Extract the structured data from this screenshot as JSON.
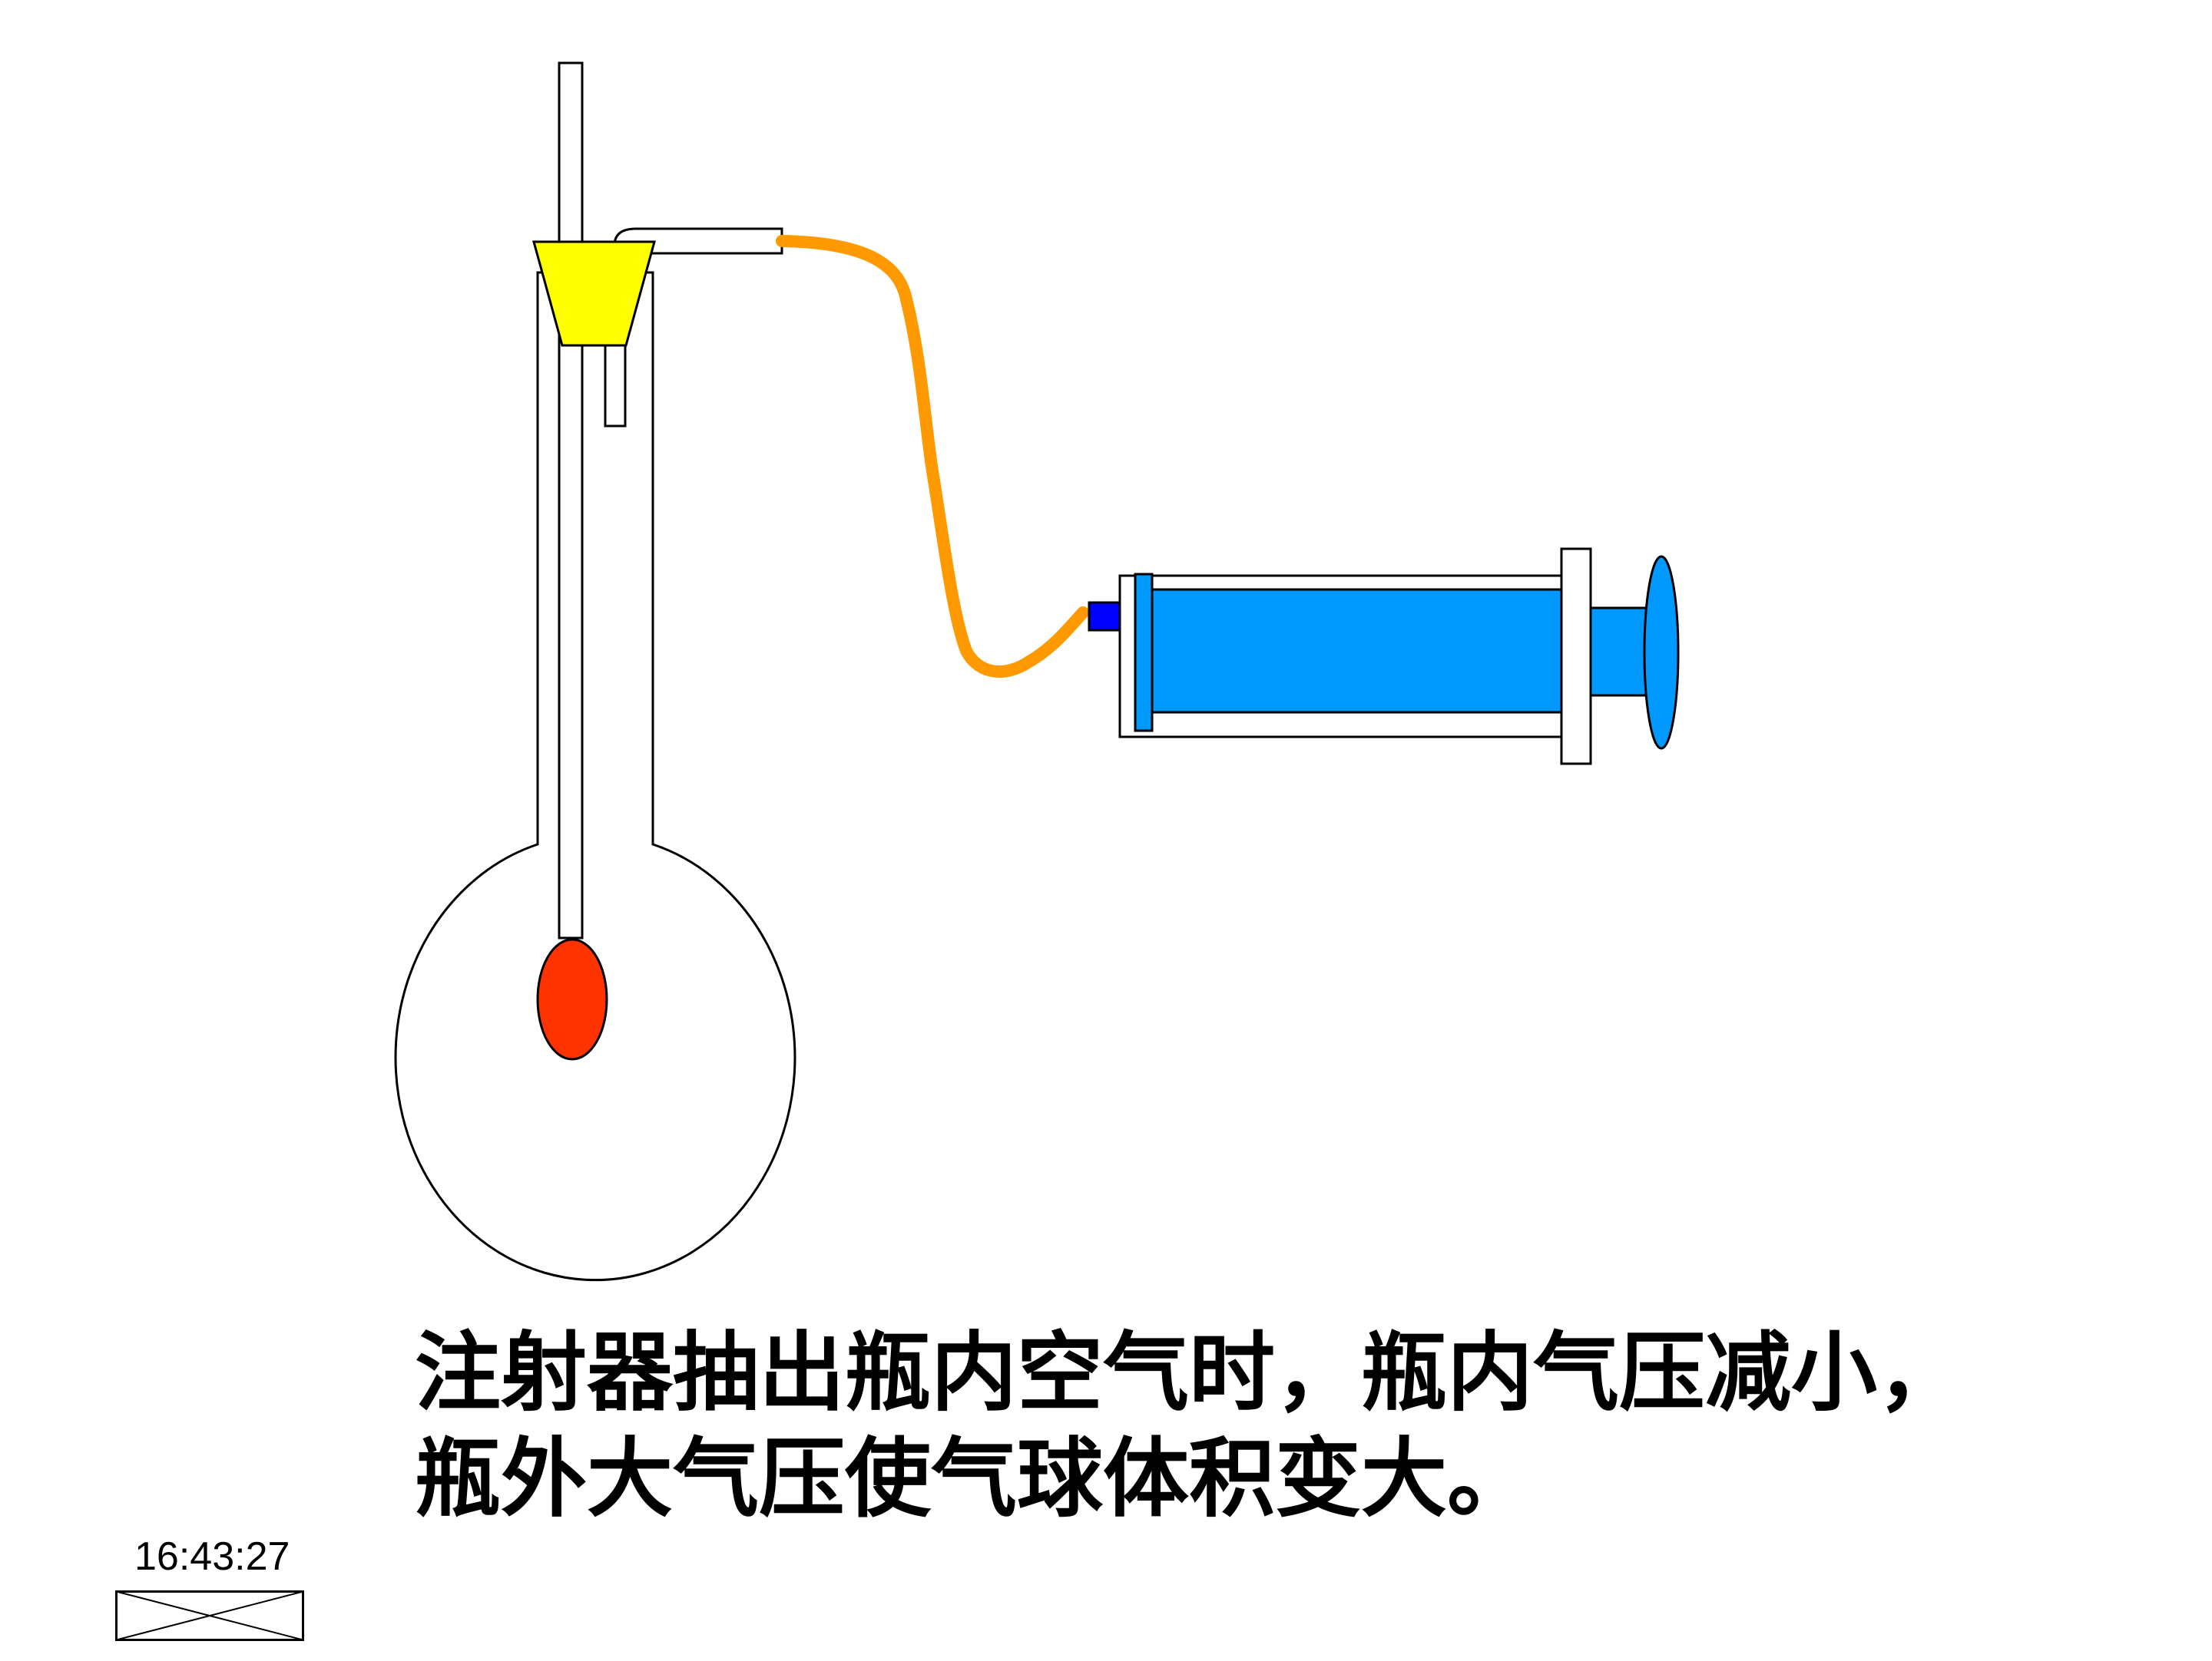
{
  "caption": {
    "line1": "注射器抽出瓶内空气时，瓶内气压减小，",
    "line2": "瓶外大气压使气球体积变大。"
  },
  "timestamp": "16:43:27",
  "colors": {
    "stopper": "#ffff00",
    "tube": "#ff9900",
    "syringe": "#0099ff",
    "syringe_nozzle": "#0000ff",
    "balloon": "#ff3300",
    "outline": "#000000",
    "background": "#ffffff"
  },
  "icons": {
    "flask": "round-bottom-flask",
    "balloon": "balloon-icon",
    "syringe": "syringe-icon",
    "stopper": "rubber-stopper",
    "placeholder": "crossed-box"
  }
}
